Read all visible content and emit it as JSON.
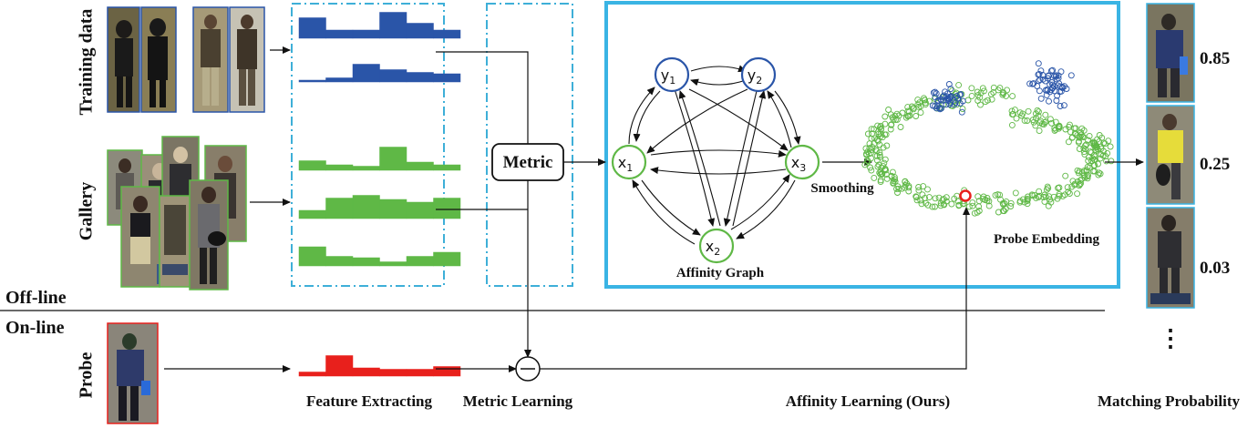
{
  "rows": {
    "training": "Training data",
    "gallery": "Gallery",
    "probe": "Probe"
  },
  "modes": {
    "offline": "Off-line",
    "online": "On-line"
  },
  "stages": {
    "feature": "Feature Extracting",
    "metric": "Metric Learning",
    "affinity": "Affinity Learning (Ours)",
    "matching": "Matching Probability"
  },
  "metric_box": "Metric",
  "graph": {
    "caption": "Affinity Graph",
    "smoothing": "Smoothing",
    "embedding": "Probe Embedding",
    "nodes": [
      {
        "id": "y1",
        "base": "y",
        "sub": "1",
        "group": "training"
      },
      {
        "id": "y2",
        "base": "y",
        "sub": "2",
        "group": "training"
      },
      {
        "id": "x1",
        "base": "x",
        "sub": "1",
        "group": "gallery"
      },
      {
        "id": "x3",
        "base": "x",
        "sub": "3",
        "group": "gallery"
      },
      {
        "id": "x2",
        "base": "x",
        "sub": "2",
        "group": "gallery"
      }
    ]
  },
  "histograms": {
    "training": [
      [
        0.75,
        0.3,
        0.3,
        0.95,
        0.55,
        0.3
      ],
      [
        0.05,
        0.15,
        0.65,
        0.45,
        0.35,
        0.3
      ]
    ],
    "gallery": [
      [
        0.35,
        0.2,
        0.15,
        0.85,
        0.3,
        0.2
      ],
      [
        0.3,
        0.75,
        0.85,
        0.7,
        0.6,
        0.75
      ],
      [
        0.7,
        0.35,
        0.3,
        0.15,
        0.35,
        0.5
      ]
    ],
    "probe": [
      [
        0.15,
        0.75,
        0.3,
        0.25,
        0.25,
        0.35
      ]
    ]
  },
  "probabilities": [
    "0.85",
    "0.25",
    "0.03"
  ],
  "ellipsis": "⋮",
  "colors": {
    "training": "#2a55a8",
    "gallery": "#5fb846",
    "probe": "#e8201c",
    "dashed_box": "#3eafd8",
    "affinity_frame": "#3ab4e4"
  }
}
